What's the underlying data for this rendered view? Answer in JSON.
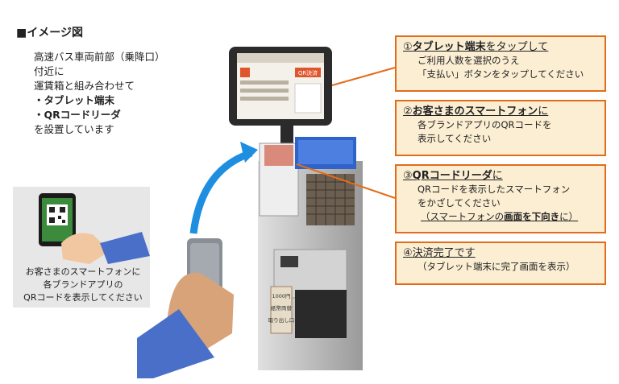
{
  "title": "■イメージ図",
  "intro": {
    "line1": "高速バス車両前部（乗降口）",
    "line2": "付近に",
    "line3": "運賃箱と組み合わせて",
    "item1": "・タブレット端末",
    "item2": "・QRコードリーダ",
    "line4": "を設置しています"
  },
  "bubble": {
    "line1": "お客さまのスマートフォンに",
    "line2": "各ブランドアプリの",
    "line3": "QRコードを表示してください"
  },
  "steps": [
    {
      "num": "①",
      "head": "タブレット端末",
      "tail": "をタップして",
      "lines": [
        "ご利用人数を選択のうえ",
        "「支払い」ボタンをタップしてください"
      ]
    },
    {
      "num": "②",
      "head": "お客さまのスマートフォン",
      "tail": "に",
      "lines": [
        "各ブランドアプリのQRコードを",
        "表示してください"
      ]
    },
    {
      "num": "③",
      "head": "QRコードリーダ",
      "tail": "に",
      "lines": [
        "QRコードを表示したスマートフォン",
        "をかざしてください"
      ],
      "note_pre": "（スマートフォンの",
      "note_bold": "画面を下向き",
      "note_post": "に）"
    },
    {
      "num": "④",
      "head": "決済完了です",
      "tail": "",
      "lines": [
        "（タブレット端末に完了画面を表示）"
      ]
    }
  ],
  "device": {
    "screen_label": "QR決済",
    "sticker_line1": "1000円",
    "sticker_line2": "紙幣両替",
    "sticker_line3": "取り出し口"
  },
  "colors": {
    "callout_border": "#e36c1a",
    "callout_fill": "#fbeed3",
    "arrow": "#1e8ee0",
    "sleeve": "#4a6fc8"
  }
}
